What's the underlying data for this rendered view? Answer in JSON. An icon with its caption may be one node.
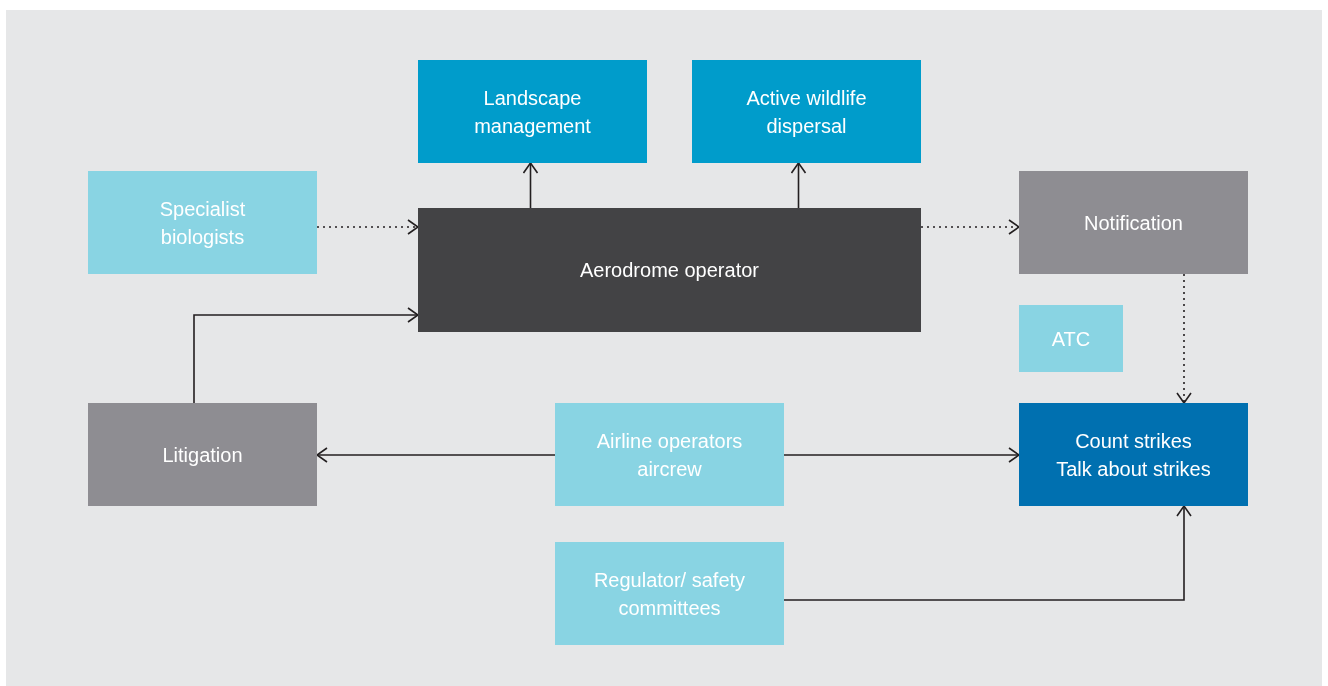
{
  "diagram": {
    "nodes": [
      {
        "text": [
          "Landscape management"
        ]
      },
      {
        "text": [
          "Active wildlife dispersal"
        ]
      },
      {
        "text": [
          "Specialist biologists"
        ]
      },
      {
        "text": [
          "Aerodrome operator"
        ]
      },
      {
        "text": [
          "Notification"
        ]
      },
      {
        "text": [
          "ATC"
        ]
      },
      {
        "text": [
          "Litigation"
        ]
      },
      {
        "text": [
          "Airline operators aircrew"
        ]
      },
      {
        "text": [
          "Count strikes",
          "Talk about strikes"
        ]
      },
      {
        "text": [
          "Regulator/ safety committees"
        ]
      }
    ],
    "edges": [
      {
        "from": 3,
        "to": 0,
        "arrow": "to"
      },
      {
        "from": 3,
        "to": 1,
        "arrow": "to"
      },
      {
        "from": 2,
        "to": 3,
        "arrow": "to",
        "style": "dashed"
      },
      {
        "from": 3,
        "to": 4,
        "arrow": "to",
        "style": "dashed"
      },
      {
        "from": 4,
        "to": 8,
        "arrow": "to",
        "style": "dashed"
      },
      {
        "from": 6,
        "to": 3,
        "arrow": "to"
      },
      {
        "from": 7,
        "to": 6,
        "arrow": "to"
      },
      {
        "from": 7,
        "to": 8,
        "arrow": "to"
      },
      {
        "from": 9,
        "to": 8,
        "arrow": "to"
      }
    ]
  }
}
